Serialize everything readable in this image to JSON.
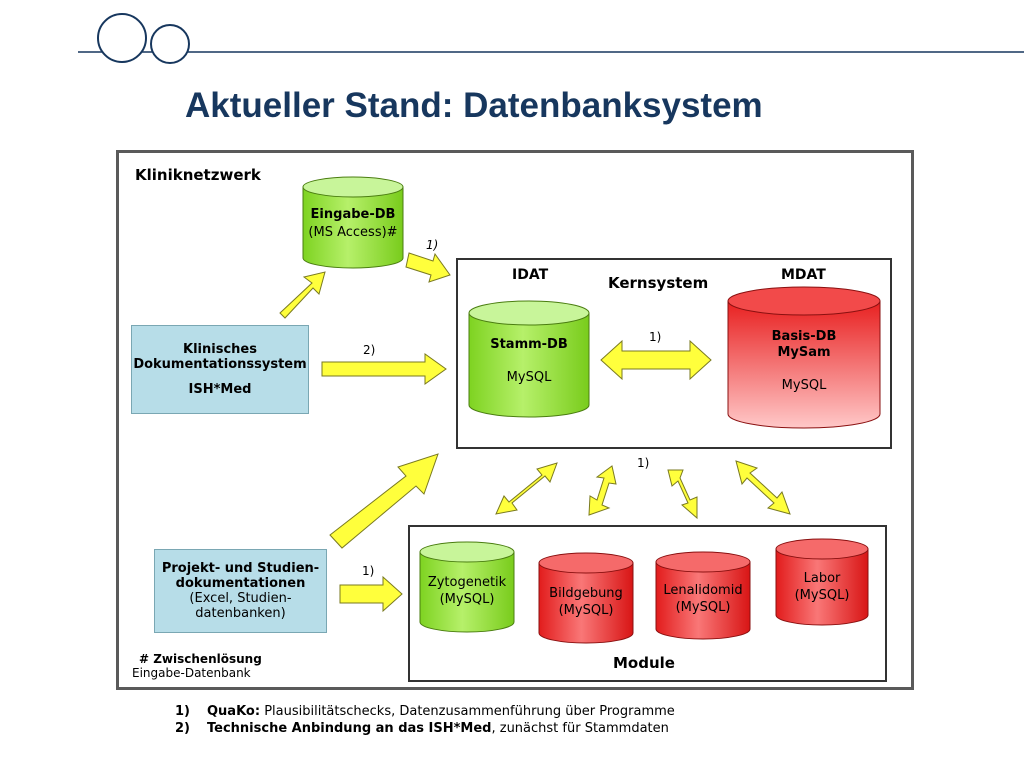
{
  "header": {
    "title": "Aktueller Stand: Datenbanksystem"
  },
  "diagram": {
    "network_label": "Kliniknetzwerk",
    "eingabe_db": {
      "line1": "Eingabe-DB",
      "line2": "(MS Access)#"
    },
    "klinisches": {
      "line1": "Klinisches",
      "line2": "Dokumentationssystem",
      "line3": "ISH*Med"
    },
    "projekt": {
      "line1": "Projekt- und Studien-",
      "line2": "dokumentationen",
      "line3": "(Excel, Studien-",
      "line4": "datenbanken)"
    },
    "kernsystem": {
      "label": "Kernsystem",
      "idat": "IDAT",
      "mdat": "MDAT",
      "stamm": {
        "line1": "Stamm-DB",
        "line2": "MySQL"
      },
      "basis": {
        "line1": "Basis-DB",
        "line2": "MySam",
        "line3": "MySQL"
      }
    },
    "module": {
      "label": "Module",
      "items": [
        {
          "line1": "Zytogenetik",
          "line2": "(MySQL)"
        },
        {
          "line1": "Bildgebung",
          "line2": "(MySQL)"
        },
        {
          "line1": "Lenalidomid",
          "line2": "(MySQL)"
        },
        {
          "line1": "Labor",
          "line2": "(MySQL)"
        }
      ]
    },
    "arrow_labels": {
      "eingabe_to_kern": "1)",
      "klinisch_to_kern": "2)",
      "stamm_basis": "1)",
      "kern_module": "1)",
      "projekt_to_module": "1)"
    },
    "zwischen": {
      "line1": "# Zwischenlösung",
      "line2": "Eingabe-Datenbank"
    }
  },
  "footnotes": [
    {
      "num": "1)",
      "bold": "QuaKo:",
      "text": " Plausibilitätschecks, Datenzusammenführung über Programme"
    },
    {
      "num": "2)",
      "bold": "Technische Anbindung an das ISH*Med",
      "text": ", zunächst für Stammdaten"
    }
  ],
  "colors": {
    "title": "#17375e",
    "green": "#99e63d",
    "red": "#f33c3c",
    "blue": "#b7dde8",
    "arrow": "#ffff3c"
  }
}
